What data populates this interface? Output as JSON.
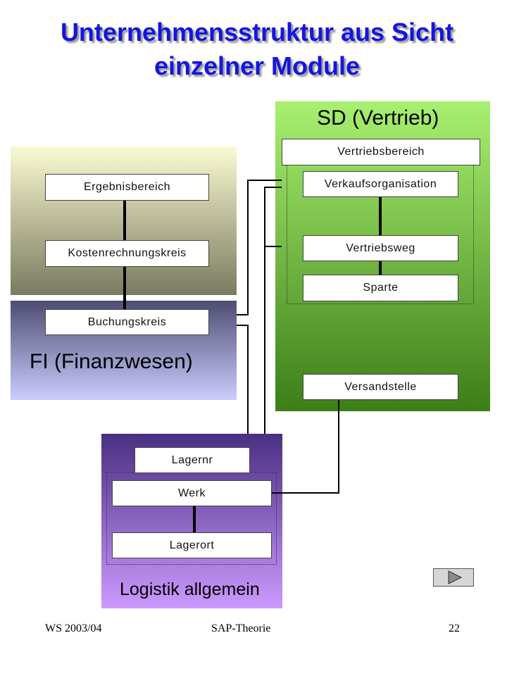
{
  "title": {
    "line1": "Unternehmensstruktur aus Sicht",
    "line2": "einzelner Module"
  },
  "modules": {
    "fi": {
      "label": "FI (Finanzwesen)",
      "boxes": {
        "ergebnisbereich": "Ergebnisbereich",
        "kostenrechnungskreis": "Kostenrechnungskreis",
        "buchungskreis": "Buchungskreis"
      }
    },
    "sd": {
      "label": "SD (Vertrieb)",
      "boxes": {
        "vertriebsbereich": "Vertriebsbereich",
        "verkaufsorganisation": "Verkaufsorganisation",
        "vertriebsweg": "Vertriebsweg",
        "sparte": "Sparte",
        "versandstelle": "Versandstelle"
      }
    },
    "logistik": {
      "label": "Logistik allgemein",
      "boxes": {
        "lagernr": "Lagernr",
        "werk": "Werk",
        "lagerort": "Lagerort"
      }
    }
  },
  "footer": {
    "left": "WS 2003/04",
    "center": "SAP-Theorie",
    "page": "22"
  },
  "nav": {
    "icon": "play-triangle-icon"
  }
}
